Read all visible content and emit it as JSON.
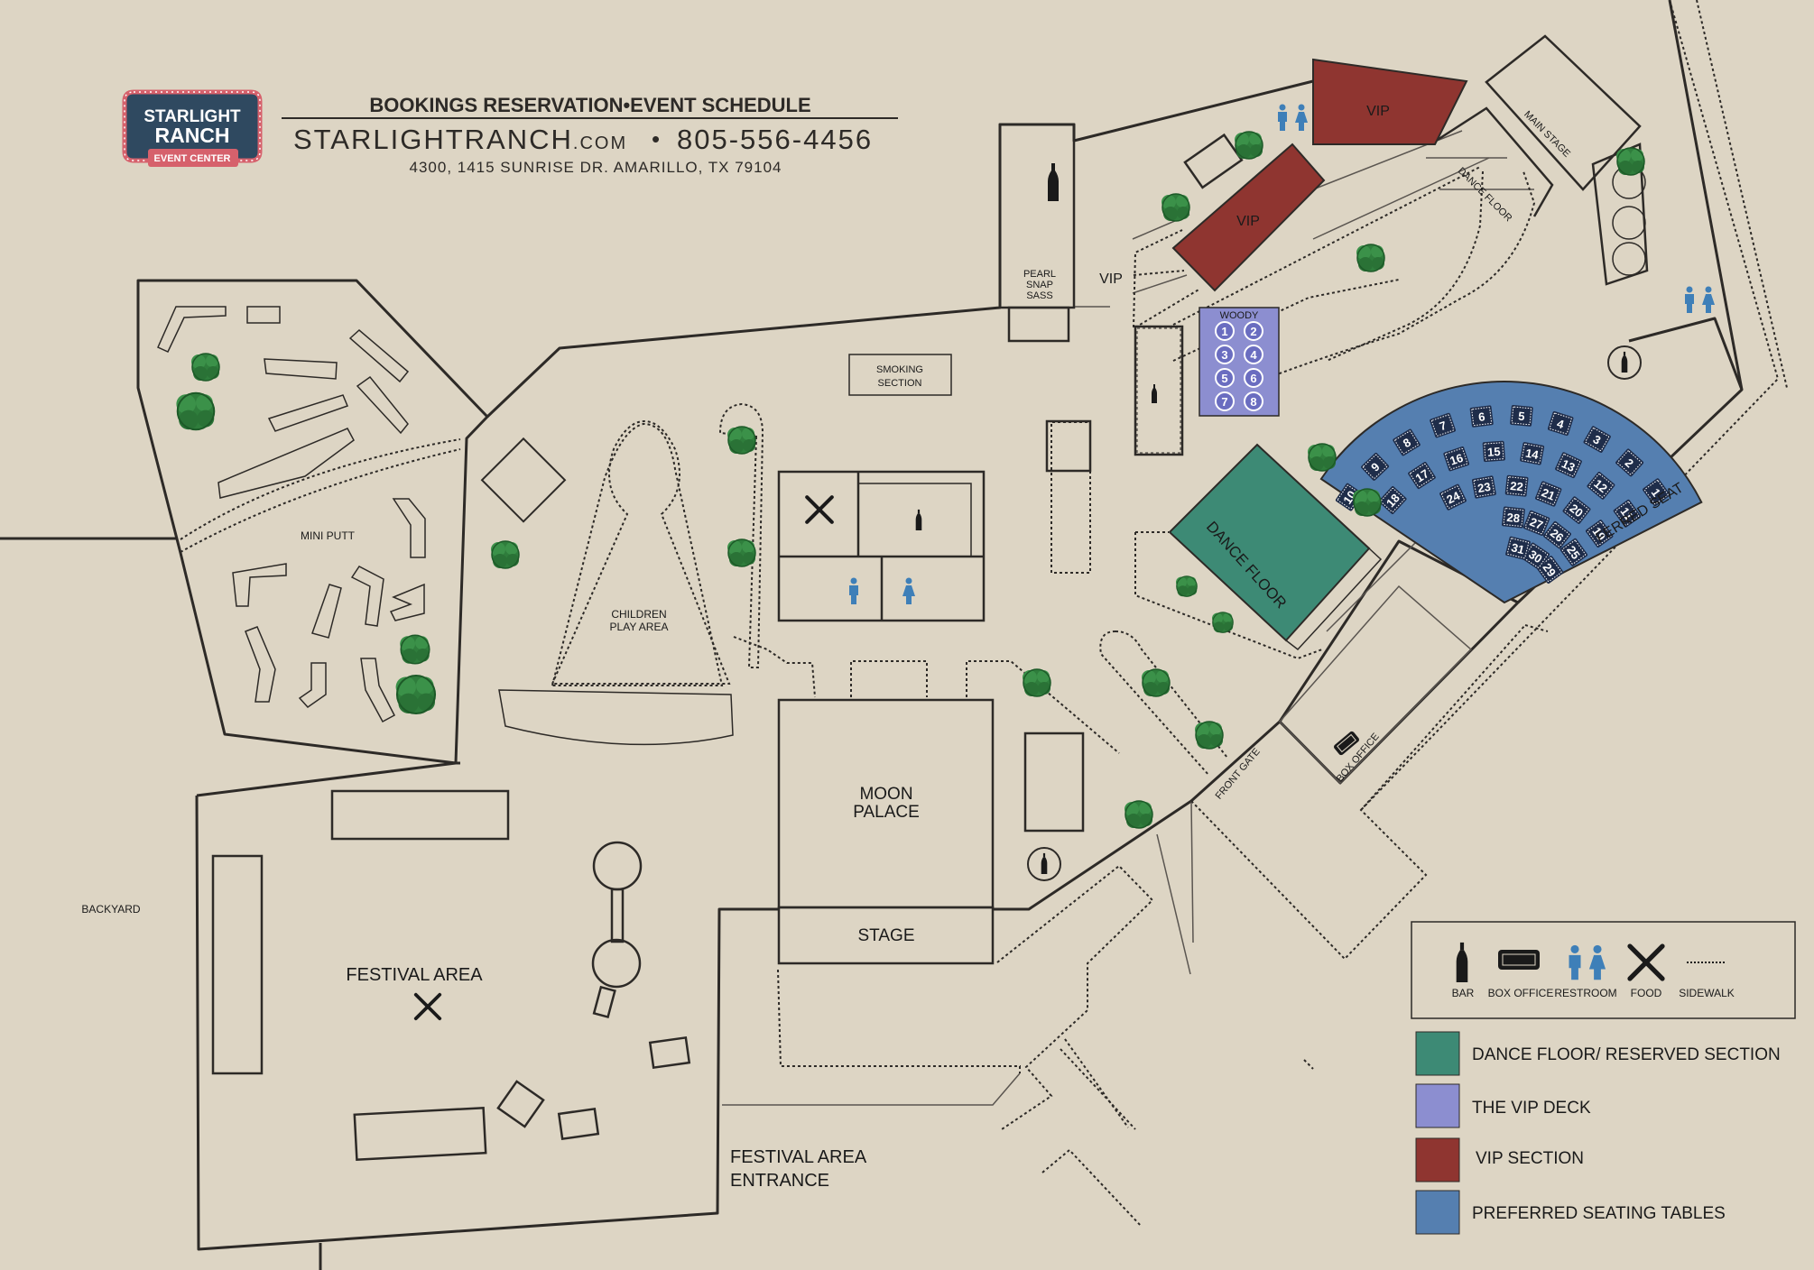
{
  "logo": {
    "line1": "STARLIGHT",
    "line2": "RANCH",
    "line3": "EVENT CENTER"
  },
  "header": {
    "line1": "BOOKINGS  RESERVATION•EVENT SCHEDULE",
    "website_main": "STARLIGHTRANCH",
    "website_suffix": ".COM",
    "bullet": "•",
    "phone": "805-556-4456",
    "address": "4300, 1415 SUNRISE DR. AMARILLO, TX 79104"
  },
  "labels": {
    "mini_putt": "MINI PUTT",
    "backyard": "BACKYARD",
    "festival_area": "FESTIVAL AREA",
    "festival_entrance_1": "FESTIVAL AREA",
    "festival_entrance_2": "ENTRANCE",
    "children_1": "CHILDREN",
    "children_2": "PLAY AREA",
    "smoking_1": "SMOKING",
    "smoking_2": "SECTION",
    "pearl_1": "PEARL",
    "pearl_2": "SNAP",
    "pearl_3": "SASS",
    "vip_side": "VIP",
    "vip_top": "VIP",
    "vip_mid": "VIP",
    "moon_1": "MOON",
    "moon_2": "PALACE",
    "stage": "STAGE",
    "main_stage": "MAIN STAGE",
    "dance_floor_small": "DANCE FLOOR",
    "dance_floor_big": "DANCE FLOOR",
    "woody": "WOODY",
    "preferred": "PREFERRED SEATING",
    "front_gate": "FRONT GATE",
    "box_office": "BOX OFFICE"
  },
  "woody_tables": [
    "1",
    "2",
    "3",
    "4",
    "5",
    "6",
    "7",
    "8"
  ],
  "preferred_rows": [
    [
      "1",
      "2",
      "3",
      "4",
      "5",
      "6",
      "7",
      "8",
      "9",
      "10"
    ],
    [
      "11",
      "12",
      "13",
      "14",
      "15",
      "16",
      "17",
      "18"
    ],
    [
      "19",
      "20",
      "21",
      "22",
      "23",
      "24"
    ],
    [
      "25",
      "26",
      "27",
      "28"
    ],
    [
      "29",
      "30",
      "31"
    ]
  ],
  "legend": {
    "icons": [
      {
        "icon": "bottle-icon",
        "label": "BAR"
      },
      {
        "icon": "ticket-icon",
        "label": "BOX OFFICE"
      },
      {
        "icon": "restroom-icon",
        "label": "RESTROOM"
      },
      {
        "icon": "fork-knife-icon",
        "label": "FOOD"
      },
      {
        "icon": "sidewalk-icon",
        "label": "SIDEWALK"
      }
    ],
    "swatches": [
      {
        "label": "DANCE FLOOR/ RESERVED SECTION",
        "color": "#3d8a75"
      },
      {
        "label": "THE VIP DECK",
        "color": "#8c8ed0"
      },
      {
        "label": "VIP SECTION",
        "color": "#8f3530"
      },
      {
        "label": "PREFERRED SEATING TABLES",
        "color": "#557fb0"
      }
    ]
  },
  "colors": {
    "background": "#ddd5c4",
    "line": "#2d2a27",
    "tree": "#2f7d3c",
    "restroom": "#3e7fb8",
    "logo_badge": "#2f4960",
    "logo_ring": "#d6616c"
  }
}
